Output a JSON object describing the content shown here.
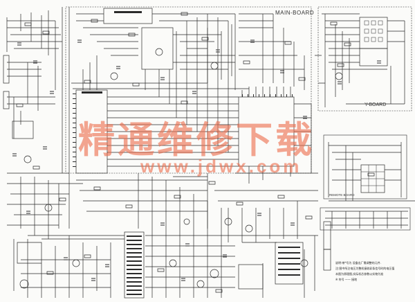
{
  "boards": {
    "main": "MAIN-BOARD",
    "y": "Y-BOARD",
    "remote": "REMOTE BOARD"
  },
  "watermark": {
    "text": "精通维修下载",
    "url": "www.jdwx.com",
    "color": "#ec6e4e"
  },
  "notes": [
    "说明:带*号为 设备出厂需调整的元件.",
    "注:图中所注电压为整机接收彩条信号时的电压值",
    "本图为原理图,实际机芯参数以实物为准",
    "※  符号  ——  接地"
  ],
  "colors": {
    "ink": "#2a2a2a",
    "paper": "#fbfbf9"
  }
}
